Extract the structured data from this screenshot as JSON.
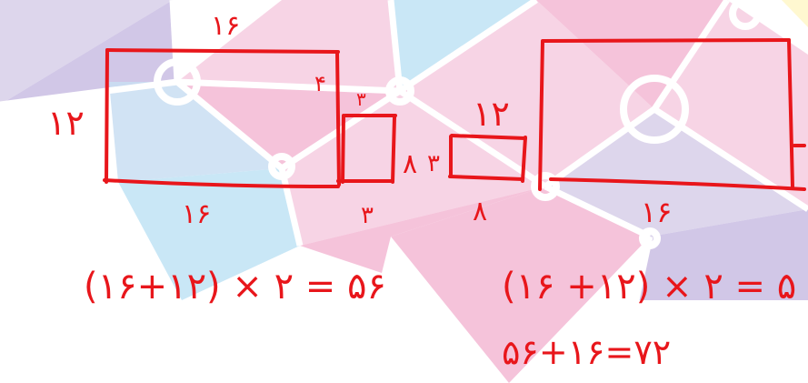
{
  "background": {
    "kind": "low-poly pastel pattern with network nodes",
    "colors": {
      "base": "#ffffff",
      "lavender": "#d7cfe9",
      "purple": "#c9bde3",
      "blue": "#c9def2",
      "sky": "#bfe3f4",
      "pink": "#f6cde0",
      "rose": "#f3b9d3",
      "yellow": "#fff7c8",
      "line": "#ffffff"
    }
  },
  "ink": {
    "color": "#e8161b"
  },
  "sketch": {
    "left_figure": {
      "big_rect_top": "۱۶",
      "big_rect_side": "۱۲",
      "big_rect_inner": "۴",
      "big_rect_bottom": "۱۶",
      "small_rect_top": "۳",
      "small_rect_bottom": "۳",
      "small_rect_side": "۸"
    },
    "middle_figure": {
      "side": "۳",
      "top": "۱۲",
      "bottom": "۸"
    },
    "right_figure": {
      "bottom": "۱۶"
    },
    "equation_1": "(۱۶+۱۲) × ۲ = ۵۶",
    "equation_2": "(۱۶ +۱۲) × ۲ = ۵",
    "equation_3": "۵۶+۱۶=۷۲"
  }
}
